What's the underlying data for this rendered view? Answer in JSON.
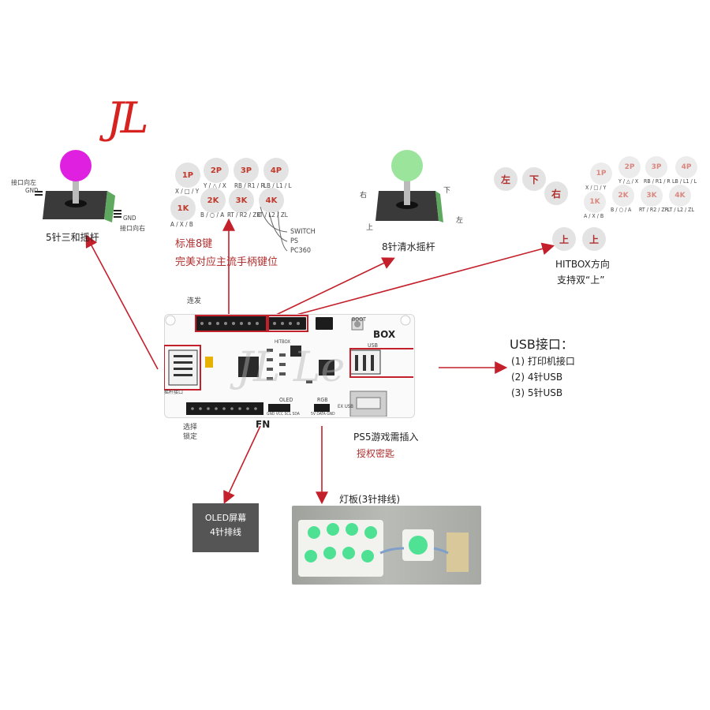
{
  "logo": "JL",
  "joystick_5pin": {
    "label": "5针三和摇杆",
    "left_top": "接口向左",
    "left_gnd": "GND",
    "right_gnd": "GND",
    "right_bottom": "接口向右",
    "ball_color": "#e020e0"
  },
  "buttons_8": {
    "row1": [
      {
        "name": "1P",
        "sub": "X / □ / Y"
      },
      {
        "name": "2P",
        "sub": "Y / △ / X"
      },
      {
        "name": "3P",
        "sub": "RB / R1 / R"
      },
      {
        "name": "4P",
        "sub": "LB / L1 / L"
      }
    ],
    "row2": [
      {
        "name": "1K",
        "sub": "A / X / B"
      },
      {
        "name": "2K",
        "sub": "B / ○ / A"
      },
      {
        "name": "3K",
        "sub": "RT / R2 / ZR"
      },
      {
        "name": "4K",
        "sub": "LT / L2 / ZL"
      }
    ],
    "platforms": [
      "SWITCH",
      "PS",
      "PC360"
    ],
    "caption_line1": "标准8键",
    "caption_line2": "完美对应主流手柄键位"
  },
  "joystick_8pin": {
    "label": "8针清水摇杆",
    "right": "右",
    "down": "下",
    "up": "上",
    "left": "左",
    "ball_color": "#9be49b"
  },
  "hitbox": {
    "dir_row1": [
      "左",
      "下"
    ],
    "dir_row2": [
      "右"
    ],
    "up_row": [
      "上",
      "上"
    ],
    "row1": [
      {
        "name": "1P",
        "sub": "X / □ / Y"
      },
      {
        "name": "2P",
        "sub": "Y / △ / X"
      },
      {
        "name": "3P",
        "sub": "RB / R1 / R"
      },
      {
        "name": "4P",
        "sub": "LB / L1 / L"
      }
    ],
    "row2": [
      {
        "name": "1K",
        "sub": "A / X / B"
      },
      {
        "name": "2K",
        "sub": "B / ○ / A"
      },
      {
        "name": "3K",
        "sub": "RT / R2 / ZR"
      },
      {
        "name": "4K",
        "sub": "LT / L2 / ZL"
      }
    ],
    "caption_line1": "HITBOX方向",
    "caption_line2": "支持双“上”"
  },
  "board": {
    "title": "BOX",
    "turbo": "连发",
    "fn": "FN",
    "select": "选择",
    "lock": "锁定",
    "oled": "OLED",
    "oled_pins": "GND VCC SCL SDA",
    "rgb": "RGB",
    "rgb_pins": "5V DATA GND",
    "ex_usb": "EX USB",
    "boot": "BOOT",
    "hitbox_tag": "HITBOX",
    "usb_tag": "USB",
    "rocker_tag": "摇杆接口",
    "watermark": "JL  Le"
  },
  "usb": {
    "title": "USB接口：",
    "items": [
      "(1) 打印机接口",
      "(2) 4针USB",
      "(3) 5针USB"
    ]
  },
  "ps5": {
    "line1": "PS5游戏需插入",
    "line2": "授权密匙"
  },
  "oled_box": {
    "line1": "OLED屏幕",
    "line2": "4针排线"
  },
  "light_board": {
    "label": "灯板(3针排线)"
  },
  "colors": {
    "arrow": "#c4202c",
    "accent_red": "#b03030",
    "led_green": "#3ee08a"
  }
}
